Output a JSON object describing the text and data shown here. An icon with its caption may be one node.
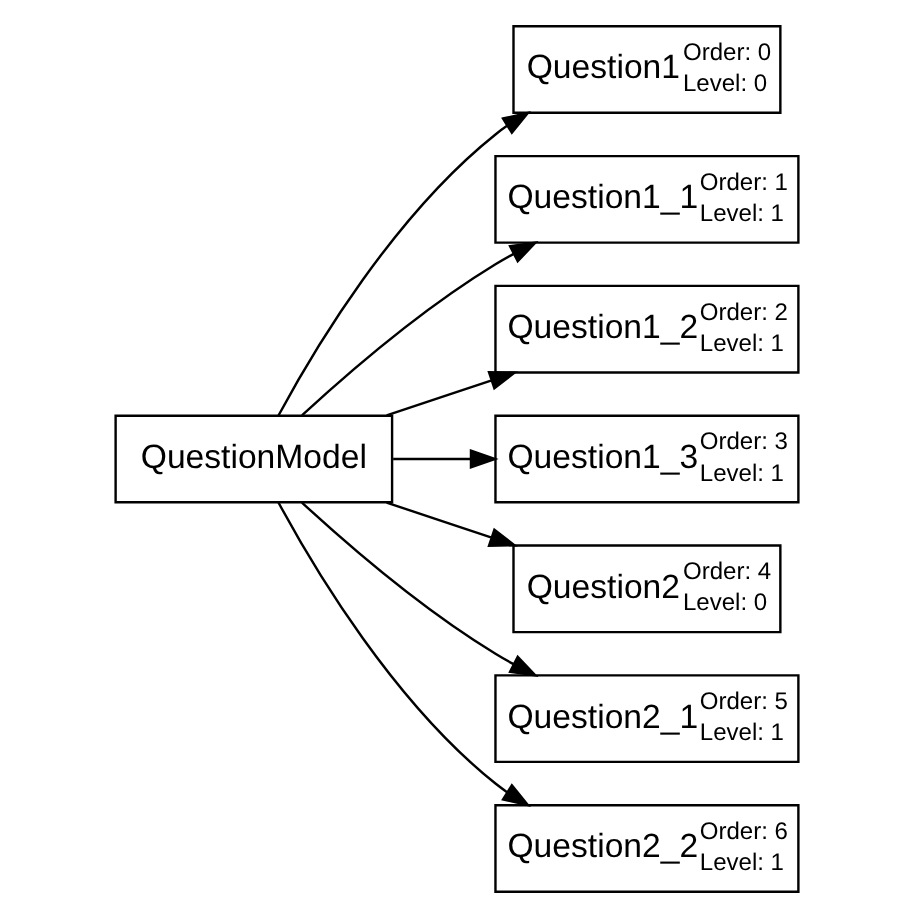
{
  "diagram": {
    "nodes": [
      {
        "text": [
          "QuestionModel"
        ]
      },
      {
        "text": [
          "Question1",
          "Order: 0",
          "Level: 0"
        ]
      },
      {
        "text": [
          "Question1_1",
          "Order: 1",
          "Level: 1"
        ]
      },
      {
        "text": [
          "Question1_2",
          "Order: 2",
          "Level: 1"
        ]
      },
      {
        "text": [
          "Question1_3",
          "Order: 3",
          "Level: 1"
        ]
      },
      {
        "text": [
          "Question2",
          "Order: 4",
          "Level: 0"
        ]
      },
      {
        "text": [
          "Question2_1",
          "Order: 5",
          "Level: 1"
        ]
      },
      {
        "text": [
          "Question2_2",
          "Order: 6",
          "Level: 1"
        ]
      }
    ],
    "edges": [
      {
        "from": 0,
        "to": 1,
        "arrow": "to"
      },
      {
        "from": 0,
        "to": 2,
        "arrow": "to"
      },
      {
        "from": 0,
        "to": 3,
        "arrow": "to"
      },
      {
        "from": 0,
        "to": 4,
        "arrow": "to"
      },
      {
        "from": 0,
        "to": 5,
        "arrow": "to"
      },
      {
        "from": 0,
        "to": 6,
        "arrow": "to"
      },
      {
        "from": 0,
        "to": 7,
        "arrow": "to"
      }
    ]
  }
}
